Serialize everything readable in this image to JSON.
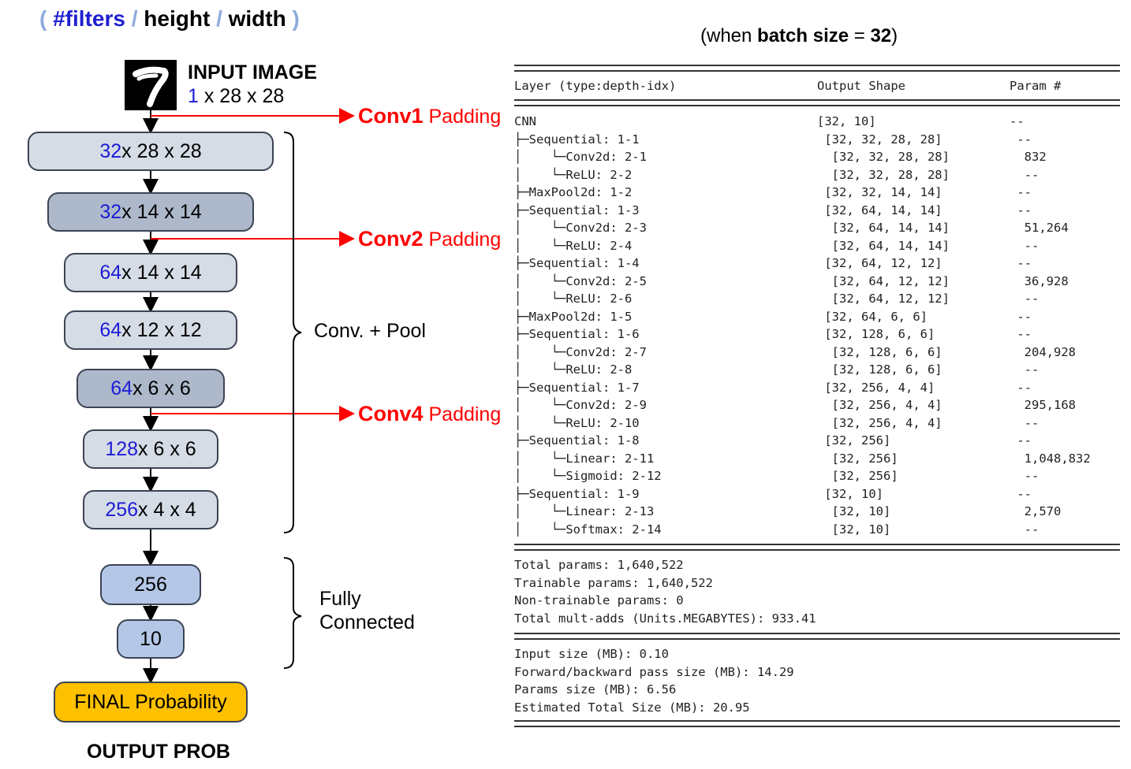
{
  "legend": {
    "open": "(",
    "filters": "#filters",
    "slash1": "/",
    "height": "height",
    "slash2": "/",
    "width": "width",
    "close": ")"
  },
  "batch_note": {
    "prefix": "(when ",
    "key": "batch size",
    "eq": " = ",
    "value": "32",
    "suffix": ")"
  },
  "input": {
    "title": "INPUT IMAGE",
    "filters": "1",
    "rest": " x 28 x 28"
  },
  "boxes": [
    {
      "filters": "32",
      "rest": " x 28 x 28"
    },
    {
      "filters": "32",
      "rest": " x 14 x 14"
    },
    {
      "filters": "64",
      "rest": " x 14 x 14"
    },
    {
      "filters": "64",
      "rest": " x 12 x 12"
    },
    {
      "filters": "64",
      "rest": " x 6 x 6"
    },
    {
      "filters": "128",
      "rest": " x 6 x 6"
    },
    {
      "filters": "256",
      "rest": " x 4 x 4"
    }
  ],
  "fc_boxes": [
    "256",
    "10"
  ],
  "final": "FINAL Probability",
  "output_label": "OUTPUT PROB",
  "padding_labels": [
    {
      "conv": "Conv1",
      "word": "Padding"
    },
    {
      "conv": "Conv2",
      "word": "Padding"
    },
    {
      "conv": "Conv4",
      "word": "Padding"
    }
  ],
  "groups": {
    "conv_pool": "Conv. + Pool",
    "fc_line1": "Fully",
    "fc_line2": "Connected"
  },
  "summary": {
    "headers": {
      "layer": "Layer (type:depth-idx)",
      "shape": "Output Shape",
      "param": "Param #"
    },
    "rows": [
      {
        "layer": "CNN",
        "shape": "[32, 10]",
        "param": "--",
        "indent": 0
      },
      {
        "layer": "├─Sequential: 1-1",
        "shape": " [32, 32, 28, 28]",
        "param": " --",
        "indent": 1
      },
      {
        "layer": "│    └─Conv2d: 2-1",
        "shape": "  [32, 32, 28, 28]",
        "param": "  832",
        "indent": 2
      },
      {
        "layer": "│    └─ReLU: 2-2",
        "shape": "  [32, 32, 28, 28]",
        "param": "  --",
        "indent": 2
      },
      {
        "layer": "├─MaxPool2d: 1-2",
        "shape": " [32, 32, 14, 14]",
        "param": " --",
        "indent": 1
      },
      {
        "layer": "├─Sequential: 1-3",
        "shape": " [32, 64, 14, 14]",
        "param": " --",
        "indent": 1
      },
      {
        "layer": "│    └─Conv2d: 2-3",
        "shape": "  [32, 64, 14, 14]",
        "param": "  51,264",
        "indent": 2
      },
      {
        "layer": "│    └─ReLU: 2-4",
        "shape": "  [32, 64, 14, 14]",
        "param": "  --",
        "indent": 2
      },
      {
        "layer": "├─Sequential: 1-4",
        "shape": " [32, 64, 12, 12]",
        "param": " --",
        "indent": 1
      },
      {
        "layer": "│    └─Conv2d: 2-5",
        "shape": "  [32, 64, 12, 12]",
        "param": "  36,928",
        "indent": 2
      },
      {
        "layer": "│    └─ReLU: 2-6",
        "shape": "  [32, 64, 12, 12]",
        "param": "  --",
        "indent": 2
      },
      {
        "layer": "├─MaxPool2d: 1-5",
        "shape": " [32, 64, 6, 6]",
        "param": " --",
        "indent": 1
      },
      {
        "layer": "├─Sequential: 1-6",
        "shape": " [32, 128, 6, 6]",
        "param": " --",
        "indent": 1
      },
      {
        "layer": "│    └─Conv2d: 2-7",
        "shape": "  [32, 128, 6, 6]",
        "param": "  204,928",
        "indent": 2
      },
      {
        "layer": "│    └─ReLU: 2-8",
        "shape": "  [32, 128, 6, 6]",
        "param": "  --",
        "indent": 2
      },
      {
        "layer": "├─Sequential: 1-7",
        "shape": " [32, 256, 4, 4]",
        "param": " --",
        "indent": 1
      },
      {
        "layer": "│    └─Conv2d: 2-9",
        "shape": "  [32, 256, 4, 4]",
        "param": "  295,168",
        "indent": 2
      },
      {
        "layer": "│    └─ReLU: 2-10",
        "shape": "  [32, 256, 4, 4]",
        "param": "  --",
        "indent": 2
      },
      {
        "layer": "├─Sequential: 1-8",
        "shape": " [32, 256]",
        "param": " --",
        "indent": 1
      },
      {
        "layer": "│    └─Linear: 2-11",
        "shape": "  [32, 256]",
        "param": "  1,048,832",
        "indent": 2
      },
      {
        "layer": "│    └─Sigmoid: 2-12",
        "shape": "  [32, 256]",
        "param": "  --",
        "indent": 2
      },
      {
        "layer": "├─Sequential: 1-9",
        "shape": " [32, 10]",
        "param": " --",
        "indent": 1
      },
      {
        "layer": "│    └─Linear: 2-13",
        "shape": "  [32, 10]",
        "param": "  2,570",
        "indent": 2
      },
      {
        "layer": "│    └─Softmax: 2-14",
        "shape": "  [32, 10]",
        "param": "  --",
        "indent": 2
      }
    ],
    "totals": [
      "Total params: 1,640,522",
      "Trainable params: 1,640,522",
      "Non-trainable params: 0",
      "Total mult-adds (Units.MEGABYTES): 933.41"
    ],
    "sizes": [
      "Input size (MB): 0.10",
      "Forward/backward pass size (MB): 14.29",
      "Params size (MB): 6.56",
      "Estimated Total Size (MB): 20.95"
    ]
  }
}
